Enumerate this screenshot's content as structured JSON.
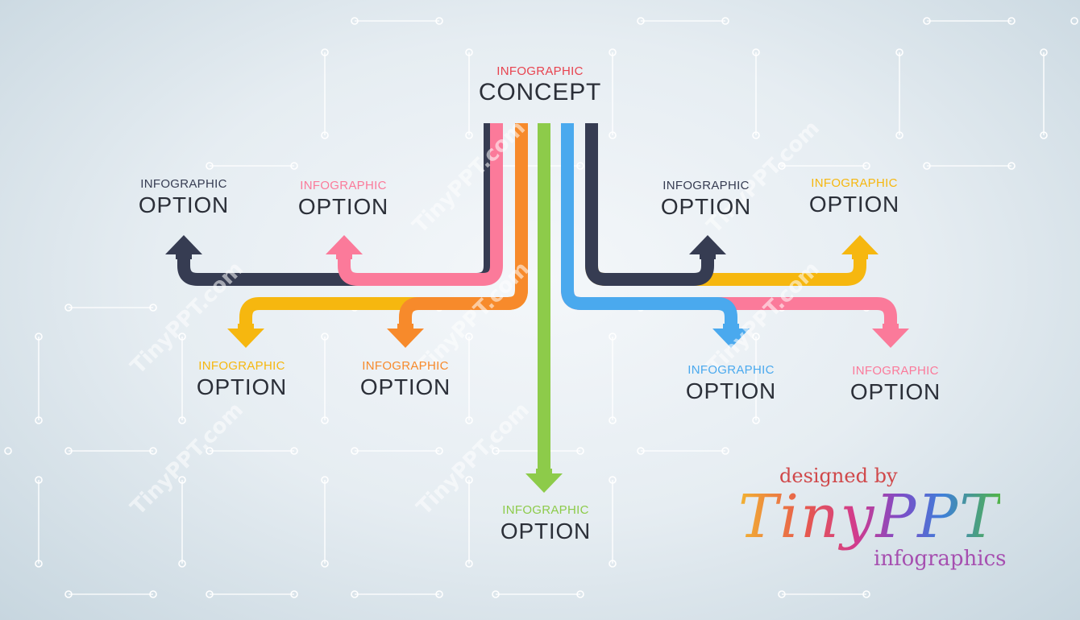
{
  "colors": {
    "navy": "#363c52",
    "pink": "#fb7a9a",
    "orange": "#f78a2b",
    "green": "#8dcb4a",
    "blue": "#4aa9ee",
    "yellow": "#f6b70f",
    "concept_red": "#e8434f"
  },
  "concept": {
    "small": "INFOGRAPHIC",
    "big": "CONCEPT"
  },
  "options": [
    {
      "id": "navy-left",
      "small": "INFOGRAPHIC",
      "big": "OPTION",
      "color": "#363c52"
    },
    {
      "id": "pink-left",
      "small": "INFOGRAPHIC",
      "big": "OPTION",
      "color": "#fb7a9a"
    },
    {
      "id": "yellow-left",
      "small": "INFOGRAPHIC",
      "big": "OPTION",
      "color": "#f6b70f"
    },
    {
      "id": "orange-left",
      "small": "INFOGRAPHIC",
      "big": "OPTION",
      "color": "#f78a2b"
    },
    {
      "id": "green-bottom",
      "small": "INFOGRAPHIC",
      "big": "OPTION",
      "color": "#8dcb4a"
    },
    {
      "id": "navy-right",
      "small": "INFOGRAPHIC",
      "big": "OPTION",
      "color": "#363c52"
    },
    {
      "id": "yellow-right",
      "small": "INFOGRAPHIC",
      "big": "OPTION",
      "color": "#f6b70f"
    },
    {
      "id": "blue-right",
      "small": "INFOGRAPHIC",
      "big": "OPTION",
      "color": "#4aa9ee"
    },
    {
      "id": "pink-right",
      "small": "INFOGRAPHIC",
      "big": "OPTION",
      "color": "#fb7a9a"
    }
  ],
  "watermark": "TinyPPT.com",
  "brand": {
    "designed_by": "designed by",
    "name": "TinyPPT",
    "tagline": "infographics"
  }
}
